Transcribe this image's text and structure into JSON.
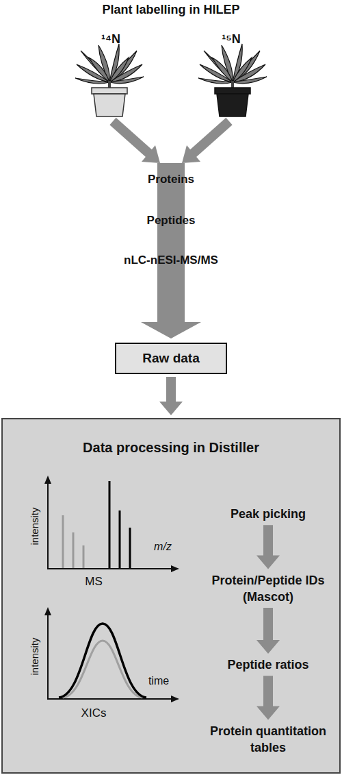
{
  "diagram": {
    "title": "Plant labelling in HILEP",
    "nodes": [
      {
        "text": [
          "Raw data"
        ]
      },
      {
        "text": [
          "Data processing in Distiller"
        ]
      },
      {
        "text": [
          "Peak picking"
        ],
        "in": 1
      },
      {
        "text": [
          "Protein/Peptide IDs (Mascot)"
        ],
        "in": 1
      },
      {
        "text": [
          "Peptide ratios"
        ],
        "in": 1
      },
      {
        "text": [
          "Protein quantitation tables"
        ],
        "in": 1
      }
    ],
    "edges": [
      {
        "from": 0,
        "to": 1,
        "arrow": "to"
      },
      {
        "from": 2,
        "to": 3,
        "arrow": "to"
      },
      {
        "from": 3,
        "to": 4,
        "arrow": "to"
      },
      {
        "from": 4,
        "to": 5,
        "arrow": "to"
      }
    ],
    "labels": [
      "¹⁴N",
      "¹⁵N",
      "Proteins",
      "Peptides",
      "nLC-nESI-MS/MS",
      "intensity",
      "m/z",
      "MS",
      "intensity",
      "time",
      "XICs"
    ]
  }
}
